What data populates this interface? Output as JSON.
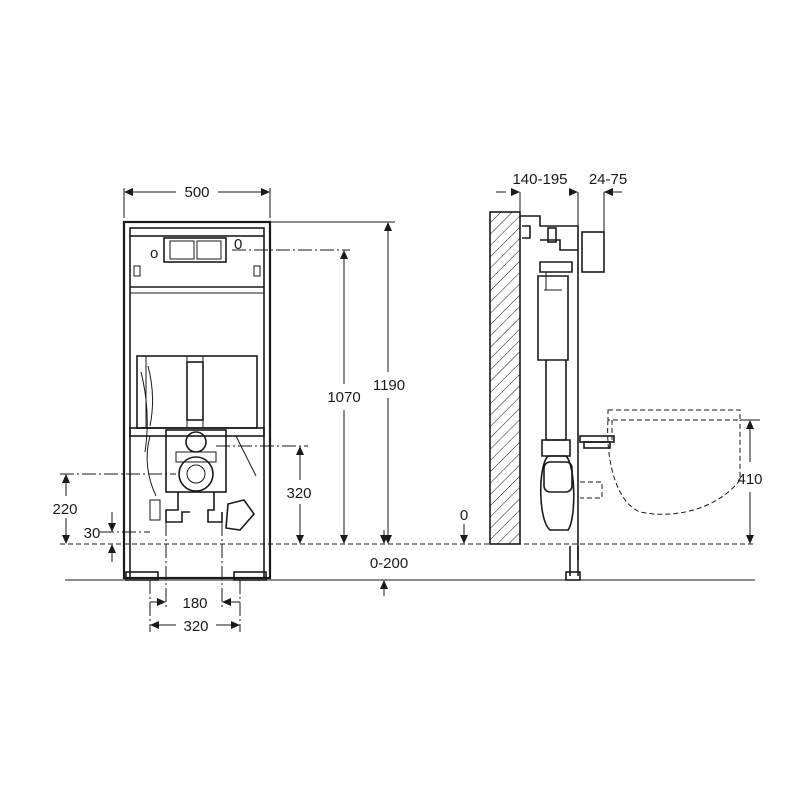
{
  "dimensions": {
    "frame_width": "500",
    "frame_height": "1190",
    "flush_height": "1070",
    "drain_height": "320",
    "outlet_height": "220",
    "supply_height": "30",
    "adjust_range": "0-200",
    "spacing_inner": "180",
    "spacing_outer": "320",
    "wall_offset": "140-195",
    "plate_depth": "24-75",
    "bowl_height": "410",
    "floor_zero": "0"
  },
  "labels": {
    "front_o_left": "o",
    "front_o_right": "0"
  },
  "colors": {
    "line": "#1a1a1a",
    "background": "#ffffff"
  }
}
